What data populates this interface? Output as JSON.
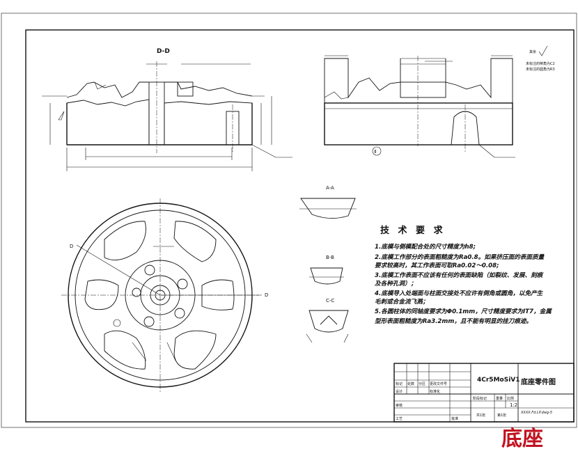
{
  "views": {
    "section_dd_title": "D-D",
    "section_aa_title": "A-A",
    "section_bb_title": "B-B",
    "section_cc_title": "C-C",
    "plan_cut_left": "D",
    "plan_cut_right": "D",
    "roman_mark": "Ⅱ"
  },
  "tech": {
    "title": "技 术 要 求",
    "line1": "1.底模与侧模配合处的尺寸精度为h8;",
    "line2": "2.底模工作部分的表面粗糙度为Ra0.8。如果挤压面的表面质量",
    "line3": "要求较高时，其工作表面可取Ra0.02～0.08;",
    "line4": "3.底模工作表面不应该有任何的表面缺陷（如裂纹、发展、刻痕",
    "line5": "及各种孔洞）；",
    "line6": "4.底模导入处端面与柱面交接处不应许有倒角或圆角，以免产生",
    "line7": "毛刺或合金流飞溅；",
    "line8": "5.各圆柱体的同轴度要求为Φ0.1mm，尺寸精度要求为IT7，金属",
    "line9": "型形表面粗糙度为Ra3.2mm，且不能有明显的挂刀痕迹。"
  },
  "roughness": {
    "note_top": "其余",
    "note_line1": "未标注的倒角为C2",
    "note_line2": "未标注的圆角为R3"
  },
  "title_block": {
    "material": "4Cr5MoSiV1",
    "drawing_name": "底座零件图",
    "label_marks": "标记",
    "label_count": "处数",
    "label_zone": "分区",
    "label_change_no": "更改文件号",
    "label_design": "设计",
    "label_standard": "标准化",
    "label_stage": "阶段标记",
    "label_weight": "重量",
    "label_scale": "比例",
    "scale_value": "1:2",
    "label_review": "审核",
    "label_process": "工艺",
    "label_approve": "批准",
    "label_sheets_total": "共1张",
    "label_sheet_no": "第1张",
    "drawing_number": "XXXX.Fd.LP.dwg-5"
  },
  "stamp": {
    "text": "底座"
  },
  "colors": {
    "line": "#111111",
    "stamp": "#c1121f",
    "paper": "#ffffff"
  }
}
